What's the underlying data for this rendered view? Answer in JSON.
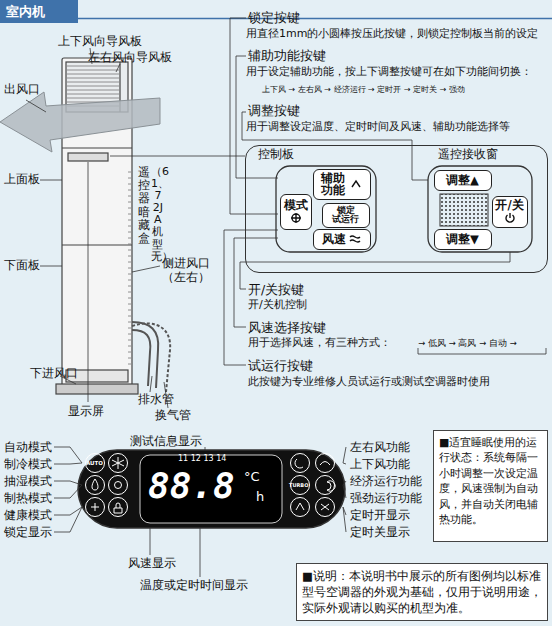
{
  "diagram": {
    "nodes": [
      {
        "text": [
          "室内机"
        ]
      },
      {
        "text": [
          "控制板",
          "遥控接收窗"
        ]
      },
      {
        "text": [
          "辅助功能"
        ],
        "in": 1
      },
      {
        "text": [
          "模式"
        ],
        "in": 1
      },
      {
        "text": [
          "锁定",
          "试运行"
        ],
        "in": 1
      },
      {
        "text": [
          "风速"
        ],
        "in": 1
      },
      {
        "text": [
          "调整▲"
        ],
        "in": 1
      },
      {
        "text": [
          "开/关"
        ],
        "in": 1
      },
      {
        "text": [
          "调整▼"
        ],
        "in": 1
      },
      {
        "text": [
          "11 12 13 14",
          "88.8",
          "°C",
          "h"
        ]
      },
      {
        "text": [
          "■适宜睡眠使用的运行状态：系统每隔一小时调整一次设定温度，风速强制为自动风，并自动关闭电辅热功能。"
        ]
      },
      {
        "text": [
          "■说明：本说明书中展示的所有图例均以标准型号空调器的外观为基础，仅用于说明用途，实际外观请以购买的机型为准。"
        ]
      }
    ],
    "labels": [
      "上下风向导风板",
      "左右风向导风板",
      "出风口",
      "上面板",
      "遥控器暗藏盒",
      "（61、72JA机型无）",
      "侧进风口 （左右）",
      "下面板",
      "下进风口",
      "显示屏",
      "排水管",
      "换气管",
      "锁定按键",
      "用直径1mm的小圆棒按压此按键，则锁定控制板当前的设定",
      "辅助功能按键",
      "用于设定辅助功能，按上下调整按键可在如下功能间切换：",
      "上下风 → 左右风 → 经济运行 → 定时开 → 定时关 → 强劲",
      "调整按键",
      "用于调整设定温度、定时时间及风速、辅助功能选择等",
      "开/关按键",
      "开/关机控制",
      "风速选择按键",
      "用于选择风速，有三种方式：",
      "→ 低风 → 高风 → 自动 →",
      "试运行按键",
      "此按键为专业维修人员试运行或测试空调器时使用",
      "测试信息显示",
      "自动模式",
      "制冷模式",
      "抽湿模式",
      "制热模式",
      "健康模式",
      "锁定显示",
      "左右风功能",
      "上下风功能",
      "经济运行功能",
      "强劲运行功能",
      "定时开显示",
      "定时关显示",
      "风速显示",
      "温度或定时时间显示",
      "AUTO",
      "TURBO"
    ]
  }
}
